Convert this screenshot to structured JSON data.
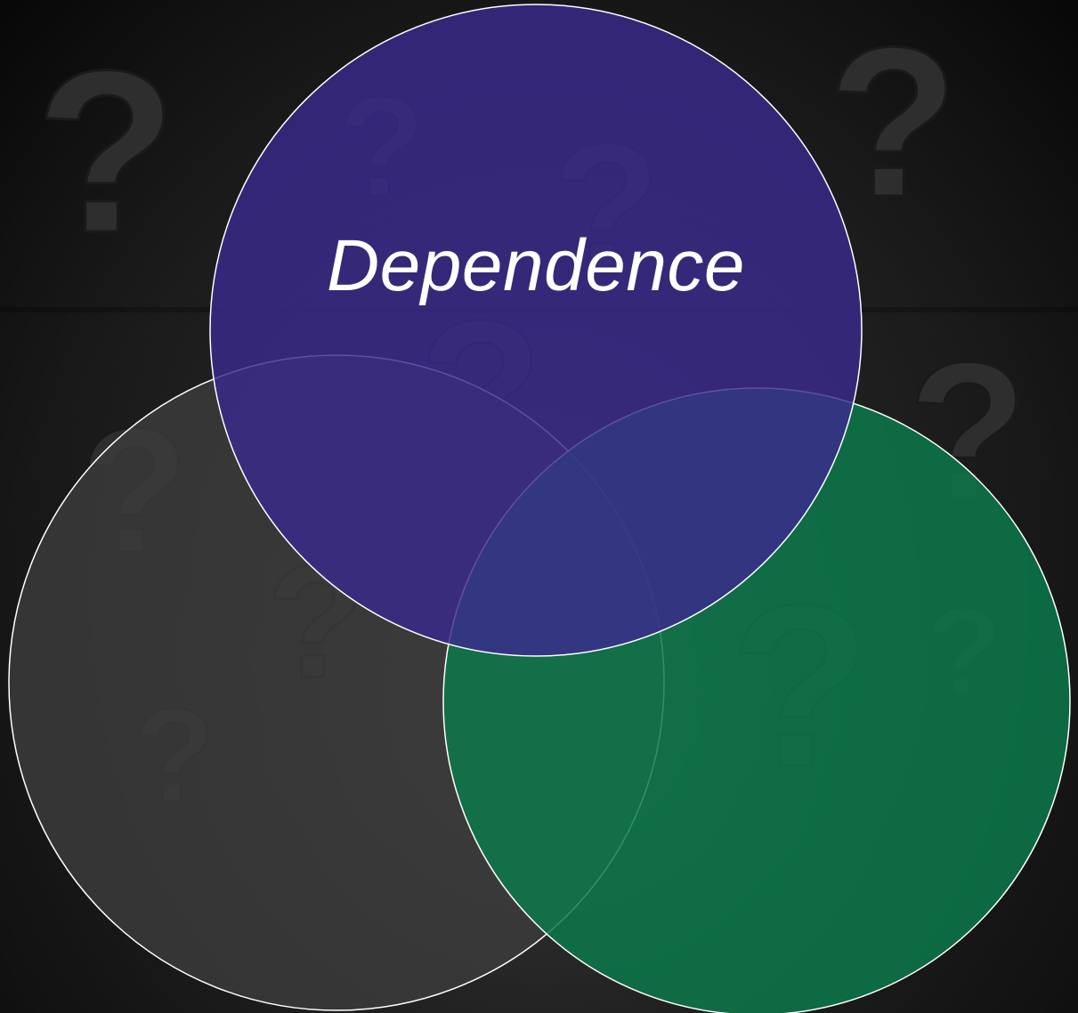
{
  "diagram": {
    "type": "venn",
    "circles": [
      {
        "id": "top",
        "label": "Dependence",
        "color": "#3b2a8c"
      },
      {
        "id": "left",
        "label": "",
        "color": "#3c3c3c"
      },
      {
        "id": "right",
        "label": "",
        "color": "#0b7a4a"
      }
    ],
    "outline_color": "#ffffff",
    "background": {
      "description_icon": "question-marks-backdrop-icon"
    }
  }
}
